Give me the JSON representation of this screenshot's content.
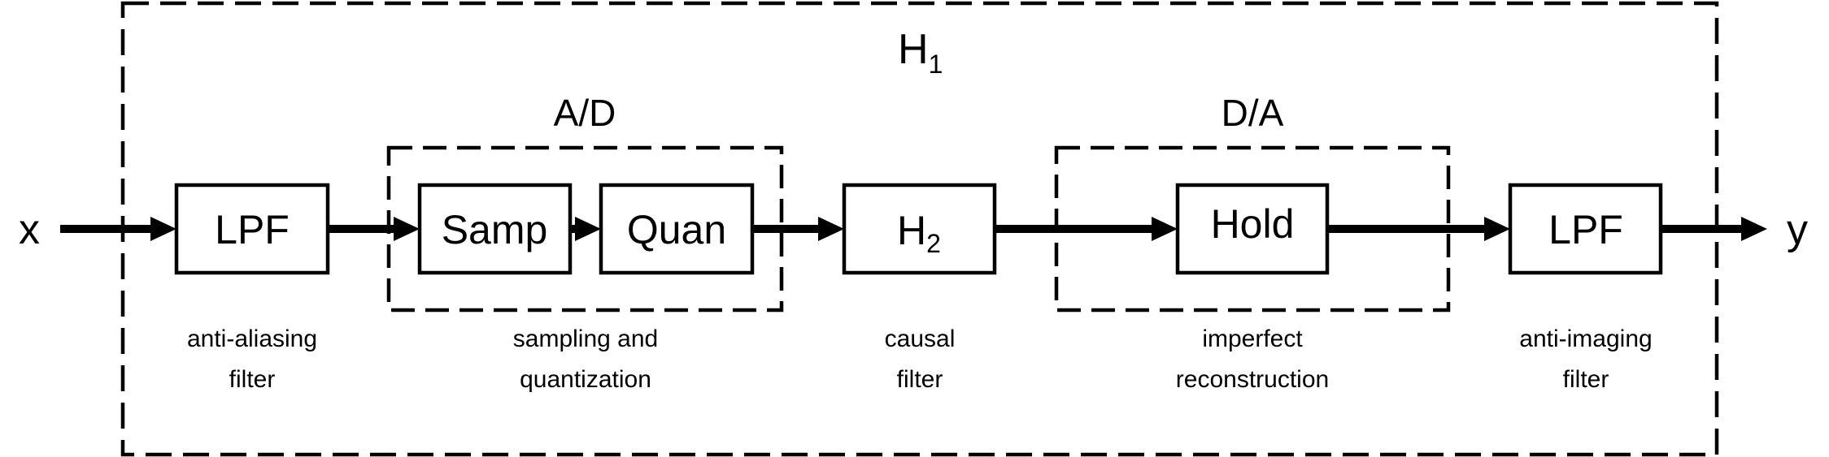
{
  "diagram": {
    "title": "Signal processing chain: A/D, causal filter, D/A",
    "outer_system": {
      "label": "H",
      "subscript": "1"
    },
    "input_label": "x",
    "output_label": "y",
    "groups": [
      {
        "id": "ad",
        "label": "A/D"
      },
      {
        "id": "da",
        "label": "D/A"
      }
    ],
    "blocks": [
      {
        "id": "lpf-in",
        "label": "LPF",
        "subscript": "",
        "caption": [
          "anti-aliasing",
          "filter"
        ]
      },
      {
        "id": "samp",
        "label": "Samp",
        "subscript": "",
        "caption": []
      },
      {
        "id": "quan",
        "label": "Quan",
        "subscript": "",
        "caption": []
      },
      {
        "id": "h2",
        "label": "H",
        "subscript": "2",
        "caption": [
          "causal",
          "filter"
        ]
      },
      {
        "id": "hold",
        "label": "Hold",
        "subscript": "",
        "caption": [
          "imperfect",
          "reconstruction"
        ]
      },
      {
        "id": "lpf-out",
        "label": "LPF",
        "subscript": "",
        "caption": [
          "anti-imaging",
          "filter"
        ]
      }
    ],
    "group_captions": {
      "ad": [
        "sampling and",
        "quantization"
      ]
    },
    "connections": [
      [
        "x",
        "lpf-in"
      ],
      [
        "lpf-in",
        "samp"
      ],
      [
        "samp",
        "quan"
      ],
      [
        "quan",
        "h2"
      ],
      [
        "h2",
        "hold"
      ],
      [
        "hold",
        "lpf-out"
      ],
      [
        "lpf-out",
        "y"
      ]
    ]
  }
}
